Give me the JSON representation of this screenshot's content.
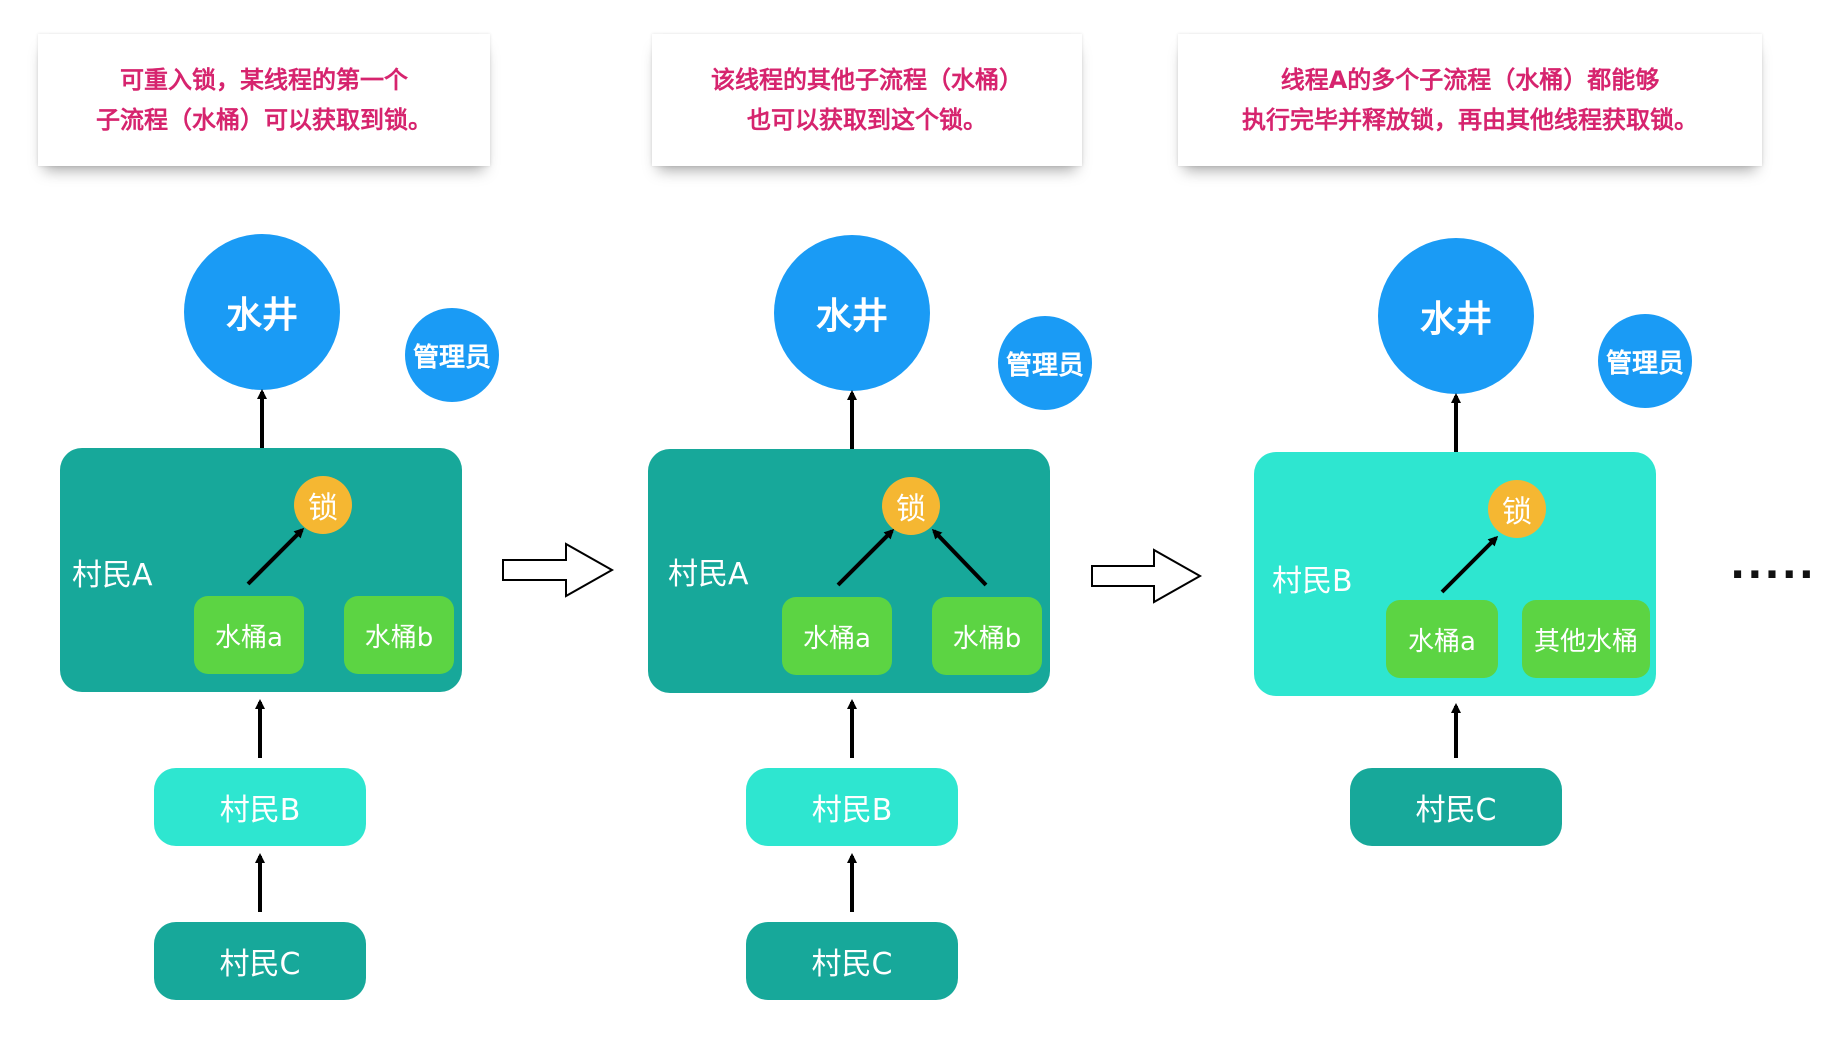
{
  "panels": [
    {
      "note_lines": [
        "可重入锁，某线程的第一个",
        "子流程（水桶）可以获取到锁。"
      ],
      "well": "水井",
      "admin": "管理员",
      "village_label": "村民A",
      "lock": "锁",
      "buckets": [
        "水桶a",
        "水桶b"
      ],
      "queue": [
        "村民B",
        "村民C"
      ]
    },
    {
      "note_lines": [
        "该线程的其他子流程（水桶）",
        "也可以获取到这个锁。"
      ],
      "well": "水井",
      "admin": "管理员",
      "village_label": "村民A",
      "lock": "锁",
      "buckets": [
        "水桶a",
        "水桶b"
      ],
      "queue": [
        "村民B",
        "村民C"
      ]
    },
    {
      "note_lines": [
        "线程A的多个子流程（水桶）都能够",
        "执行完毕并释放锁，再由其他线程获取锁。"
      ],
      "well": "水井",
      "admin": "管理员",
      "village_label": "村民B",
      "lock": "锁",
      "buckets": [
        "水桶a",
        "其他水桶"
      ],
      "queue": [
        "村民C"
      ]
    }
  ],
  "ellipsis": "·····",
  "colors": {
    "note_text": "#d6246e",
    "well_blue": "#1a9bf5",
    "teal_dark": "#17a89a",
    "teal_light": "#2ee6d0",
    "bucket_green": "#5cd443",
    "lock_orange": "#f5b732"
  }
}
